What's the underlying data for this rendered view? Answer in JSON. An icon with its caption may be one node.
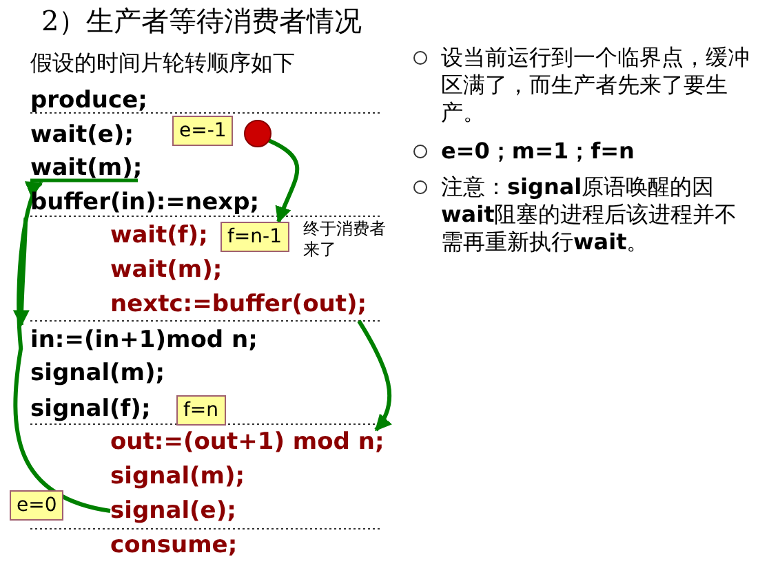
{
  "diagram": {
    "title": "2）生产者等待消费者情况",
    "nodes": [
      {
        "text": [
          "e=-1"
        ]
      },
      {
        "text": [],
        "shape": "circle"
      },
      {
        "text": [
          "wait(m);"
        ]
      },
      {
        "text": [
          "buffer(in):=nexp;"
        ]
      },
      {
        "text": [
          "f=n-1"
        ],
        "beside": [
          "终于消费者来了"
        ]
      },
      {
        "text": [
          "nextc:=buffer(out);"
        ]
      },
      {
        "text": [
          "in:=(in+1)mod n;"
        ]
      },
      {
        "text": [
          "f=n"
        ]
      },
      {
        "text": [
          "out:=(out+1) mod n;"
        ]
      },
      {
        "text": [
          "e=0"
        ]
      },
      {
        "text": [
          "signal(e);"
        ]
      }
    ],
    "edges": [
      {
        "from": 1,
        "to": 4,
        "arrow": "to"
      },
      {
        "from": 5,
        "to": 8,
        "arrow": "to"
      },
      {
        "from": 10,
        "to": 2,
        "arrow": "to"
      },
      {
        "from": 3,
        "to": 6,
        "arrow": "to"
      }
    ],
    "labels": [
      "假设的时间片轮转顺序如下",
      "produce;",
      "wait(e);",
      "wait(f);",
      "wait(m);",
      "signal(m);",
      "signal(f);",
      "signal(m);",
      "consume;",
      "设当前运行到一个临界点，缓冲区满了，而生产者先来了要生产。",
      "e=0；m=1；f=n",
      "注意：**signal**原语唤醒的因**wait**阻塞的进程后该进程并不需再重新执行**wait**。"
    ]
  }
}
